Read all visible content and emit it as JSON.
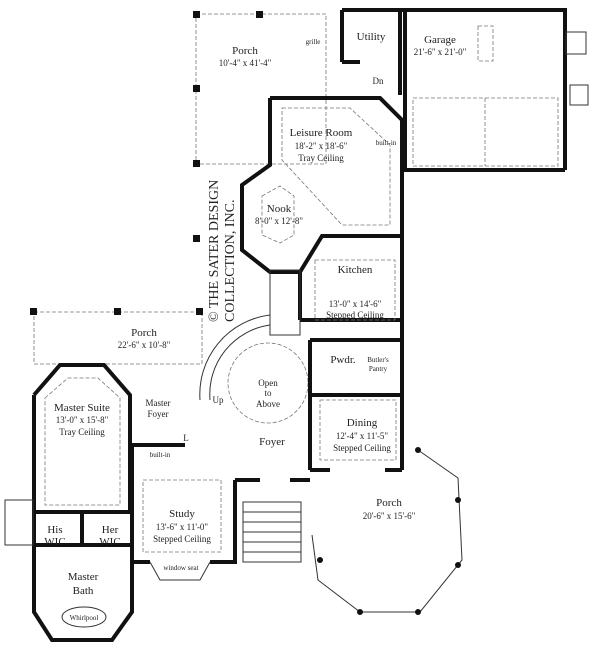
{
  "plan": {
    "copyright": [
      "© THE SATER DESIGN",
      "COLLECTION, INC."
    ],
    "rooms": {
      "porch_rear": {
        "name": "Porch",
        "dims": "10'-4\" x 41'-4\""
      },
      "grille": "grille",
      "utility": {
        "name": "Utility"
      },
      "garage": {
        "name": "Garage",
        "dims": "21'-6\" x 21'-0\""
      },
      "stairs_down": "Dn",
      "leisure": {
        "name": "Leisure Room",
        "dims": "18'-2\" x 18'-6\"",
        "ceiling": "Tray Ceiling"
      },
      "builtin_leisure": "built-in",
      "nook": {
        "name": "Nook",
        "dims": "8'-0\" x 12'-8\""
      },
      "kitchen": {
        "name": "Kitchen",
        "dims": "13'-0\" x 14'-6\"",
        "ceiling": "Stepped Ceiling"
      },
      "porch_left": {
        "name": "Porch",
        "dims": "22'-6\" x 10'-8\""
      },
      "master_suite": {
        "name": "Master Suite",
        "dims": "13'-0\" x 15'-8\"",
        "ceiling": "Tray Ceiling"
      },
      "master_foyer": {
        "line1": "Master",
        "line2": "Foyer"
      },
      "stairs_up": "Up",
      "open_above": {
        "line1": "Open",
        "line2": "to",
        "line3": "Above"
      },
      "powder": {
        "name": "Pwdr."
      },
      "butlers_pantry": {
        "line1": "Butler's",
        "line2": "Pantry"
      },
      "dining": {
        "name": "Dining",
        "dims": "12'-4\" x 11'-5\"",
        "ceiling": "Stepped Ceiling"
      },
      "foyer": {
        "name": "Foyer"
      },
      "linen": "L",
      "builtin_study": "built-in",
      "study": {
        "name": "Study",
        "dims": "13'-6\" x 11'-0\"",
        "ceiling": "Stepped Ceiling"
      },
      "window_seat": "window seat",
      "his_wic": {
        "line1": "His",
        "line2": "WIC"
      },
      "her_wic": {
        "line1": "Her",
        "line2": "WIC"
      },
      "porch_front": {
        "name": "Porch",
        "dims": "20'-6\" x 15'-6\""
      },
      "master_bath": {
        "line1": "Master",
        "line2": "Bath"
      },
      "whirlpool": "Whirlpool"
    }
  }
}
